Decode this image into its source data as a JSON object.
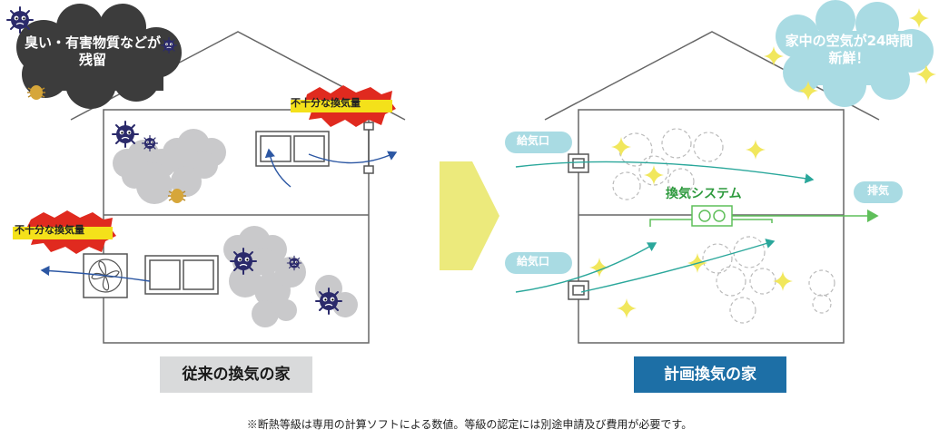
{
  "left_house": {
    "bubble_text": "臭い・有害物質などが残留",
    "warning_top": "不十分な換気量",
    "warning_left": "不十分な換気量",
    "label": "従来の換気の家"
  },
  "right_house": {
    "bubble_text": "家中の空気が24時間新鮮！",
    "intake_top": "給気口",
    "intake_bottom": "給気口",
    "system": "換気システム",
    "exhaust": "排気",
    "label": "計画換気の家"
  },
  "footnote": "※断熱等級は専用の計算ソフトによる数値。等級の認定には別途申請及び費用が必要です。",
  "colors": {
    "dark_cloud": "#3c3c3c",
    "light_cloud": "#a9dbe3",
    "smog": "#c9c9cb",
    "germ": "#2b2a6b",
    "warning_burst": "#e02a1f",
    "warning_text_bg": "#f4e11a",
    "airflow_blue": "#2c57a3",
    "airflow_teal": "#2aa79b",
    "system_green": "#5fbf5a",
    "arrow_yellow": "#ecea7c",
    "sparkle": "#f1e75c",
    "left_label_bg": "#d9dadb",
    "right_label_bg": "#1d6fa6"
  },
  "icons": [
    "germ-icon",
    "dust-mite-icon",
    "fan-icon",
    "window-icon",
    "sparkle-icon",
    "vent-icon"
  ]
}
